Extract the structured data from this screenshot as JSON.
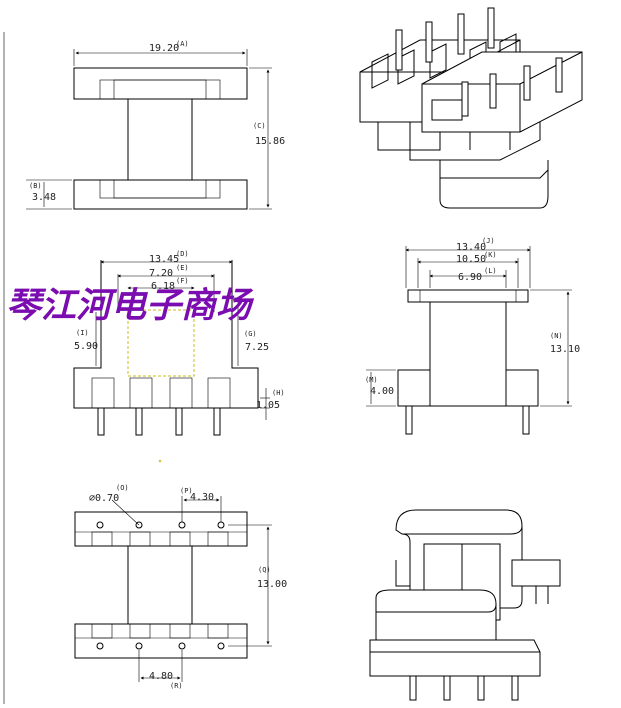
{
  "watermark": "琴江河电子商场",
  "front_view": {
    "width": {
      "tag": "(A)",
      "value": "19.20"
    },
    "height": {
      "tag": "(C)",
      "value": "15.86"
    },
    "flange": {
      "tag": "(B)",
      "value": "3.48"
    }
  },
  "pin_view": {
    "outer_width": {
      "tag": "(D)",
      "value": "13.45"
    },
    "window_width": {
      "tag": "(E)",
      "value": "7.20"
    },
    "core_width": {
      "tag": "(F)",
      "value": "6.18"
    },
    "left_height": {
      "tag": "(I)",
      "value": "5.90"
    },
    "right_height": {
      "tag": "(G)",
      "value": "7.25"
    },
    "standoff": {
      "tag": "(H)",
      "value": "1.05"
    }
  },
  "side_view": {
    "outer_width": {
      "tag": "(J)",
      "value": "13.40"
    },
    "mid_width": {
      "tag": "(K)",
      "value": "10.50"
    },
    "inner_width": {
      "tag": "(L)",
      "value": "6.90"
    },
    "height": {
      "tag": "(N)",
      "value": "13.10"
    },
    "pin_length": {
      "tag": "(M)",
      "value": "4.00"
    }
  },
  "bottom_view": {
    "hole_diameter": {
      "tag": "(O)",
      "value": "⌀0.70"
    },
    "pitch_top": {
      "tag": "(P)",
      "value": "4.30"
    },
    "row_spacing": {
      "tag": "(Q)",
      "value": "13.00"
    },
    "pitch_bottom": {
      "tag": "(R)",
      "value": "4.80"
    }
  },
  "colors": {
    "line": "#000000",
    "watermark": "#7a0cb0",
    "core_outline": "#d8c84a"
  }
}
